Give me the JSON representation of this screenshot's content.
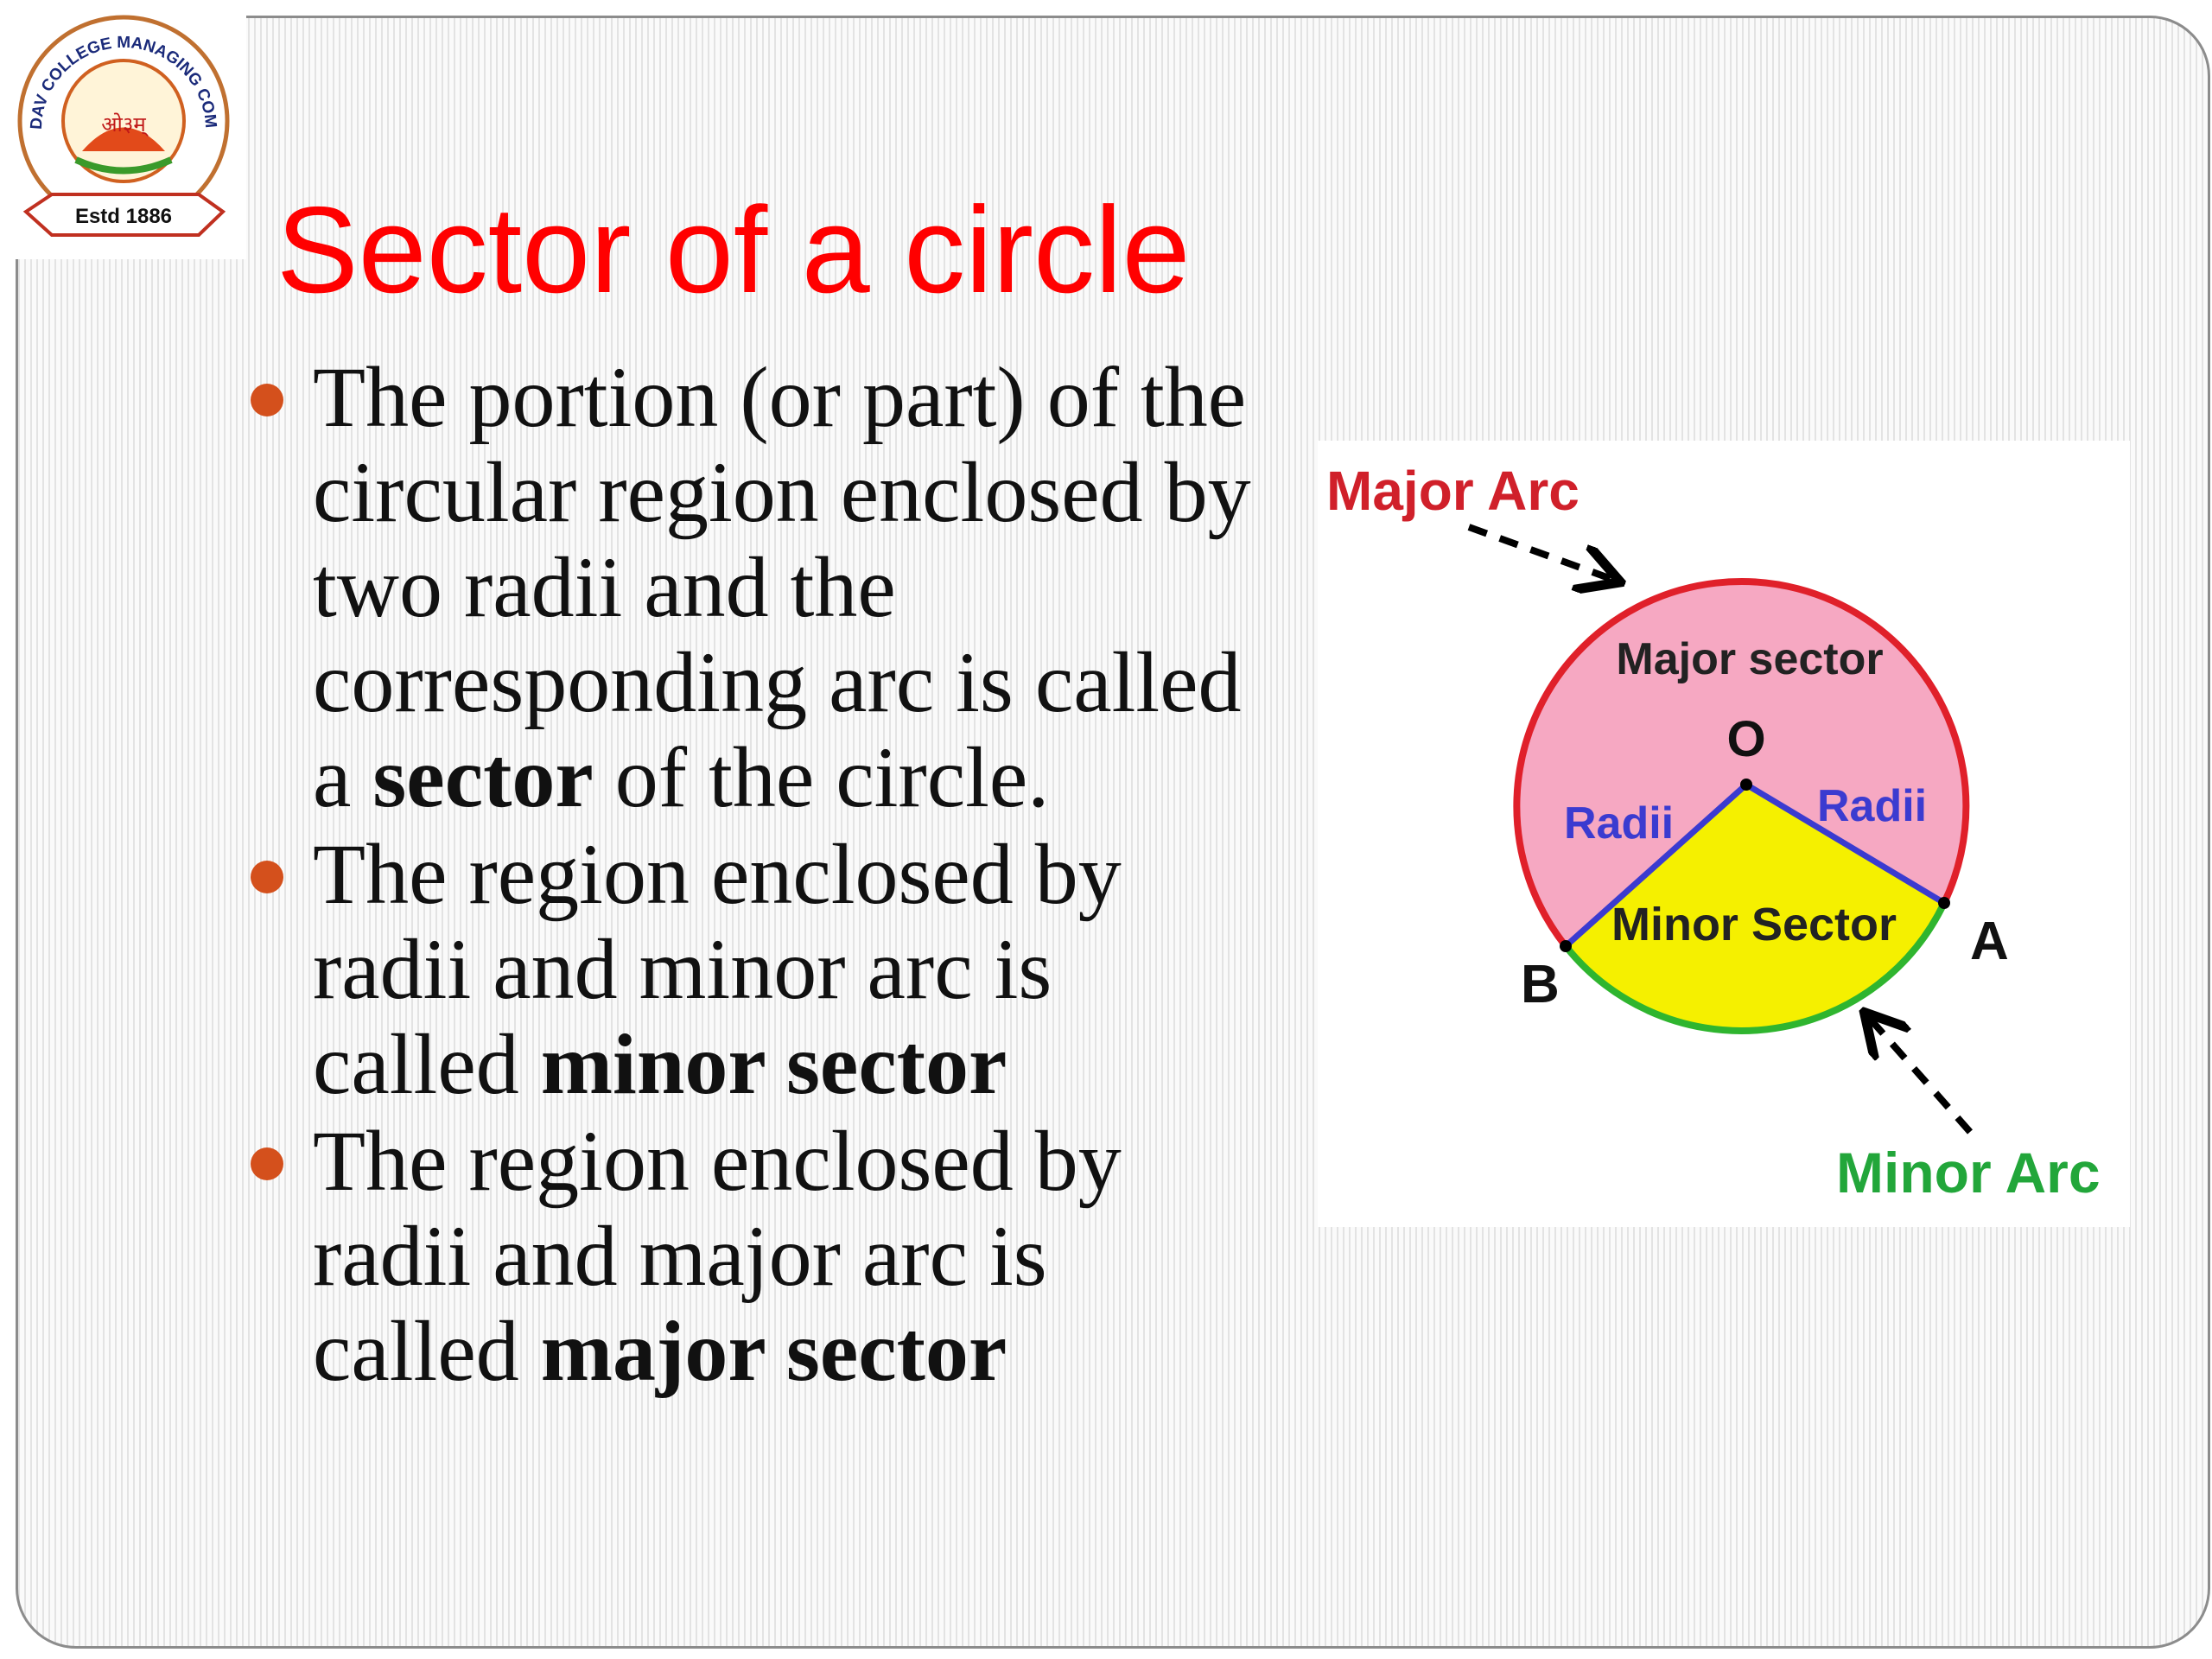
{
  "logo": {
    "ring_text": "DAV COLLEGE MANAGING COMMITTEE",
    "center_text": "ओ३म्",
    "established": "Estd 1886"
  },
  "slide": {
    "title": "Sector of a circle",
    "bullets": [
      {
        "before": "The portion (or part) of the circular region enclosed by two radii and the corresponding arc is called a ",
        "bold": "sector",
        "after": " of the circle."
      },
      {
        "before": "The region enclosed by radii and minor arc is called ",
        "bold": "minor sector",
        "after": ""
      },
      {
        "before": "The region enclosed by radii and major arc is called ",
        "bold": "major sector",
        "after": ""
      }
    ]
  },
  "diagram": {
    "major_arc_label": "Major Arc",
    "major_sector_label": "Major sector",
    "center_label": "O",
    "radii_left_label": "Radii",
    "radii_right_label": "Radii",
    "minor_sector_label": "Minor Sector",
    "point_a_label": "A",
    "point_b_label": "B",
    "minor_arc_label": "Minor Arc"
  },
  "colors": {
    "title": "#ff0000",
    "bullet_marker": "#d4501c",
    "major_sector_fill": "#f6a8c2",
    "minor_sector_fill": "#f5f000",
    "major_arc": "#e0202a",
    "minor_arc": "#2fb52f",
    "radii": "#3b3bd0",
    "major_arc_label": "#d0202a",
    "minor_arc_label": "#22a63a"
  }
}
